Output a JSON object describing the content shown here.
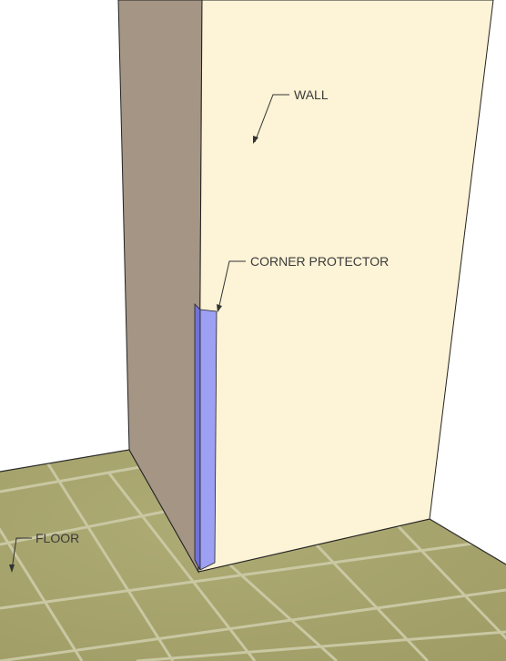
{
  "labels": {
    "wall": "WALL",
    "corner_protector": "CORNER PROTECTOR",
    "floor": "FLOOR"
  },
  "colors": {
    "wall_front": "#fdf3d6",
    "wall_side": "#a59585",
    "floor_tile": "#a6a36c",
    "floor_grout": "#c9c8a3",
    "corner_protector_face": "#9ea0f4",
    "corner_protector_edge": "#6f72d8",
    "leader_line": "#333333"
  }
}
